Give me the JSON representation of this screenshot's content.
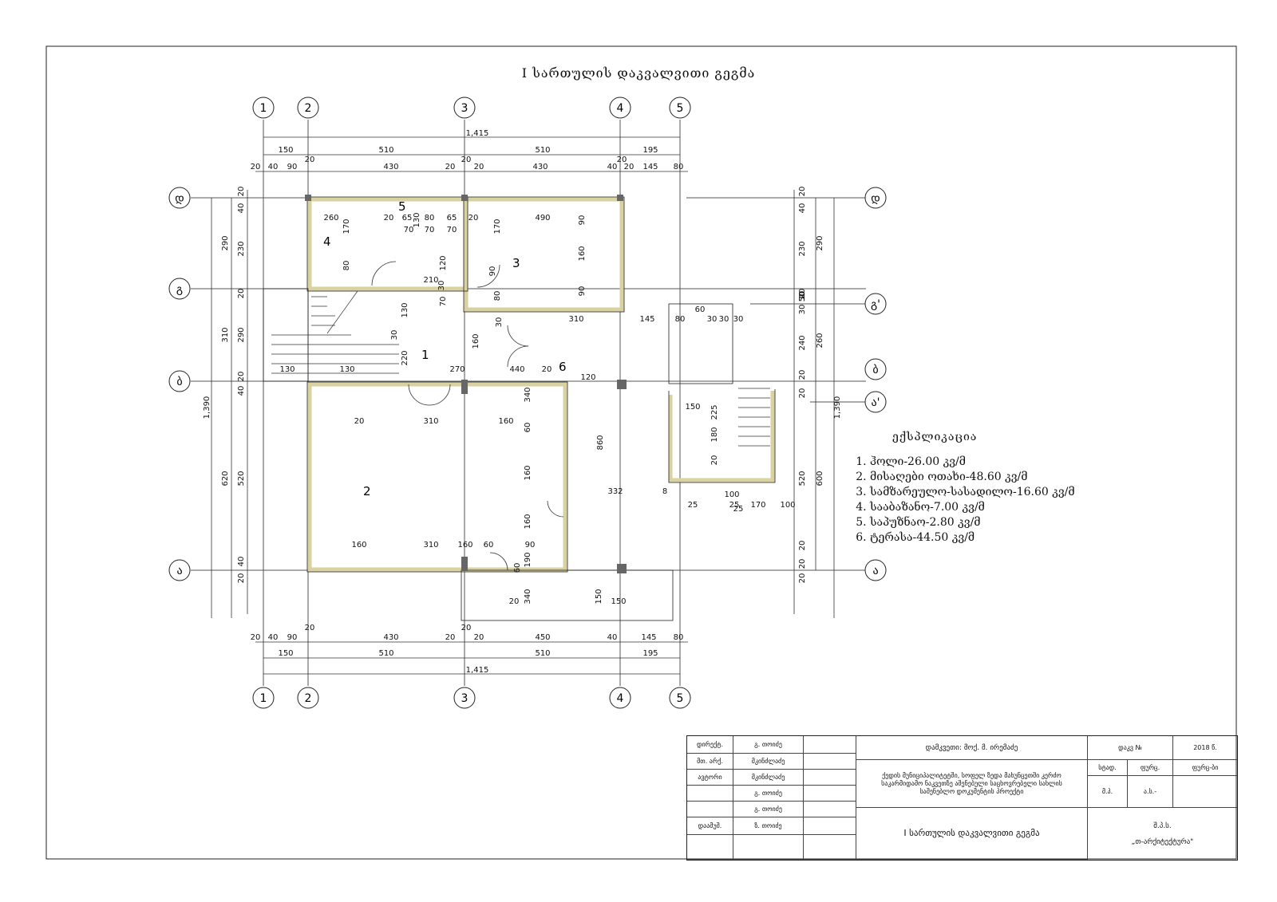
{
  "title": "I სართულის დაკვალვითი გეგმა",
  "axes_top": [
    "1",
    "2",
    "3",
    "4",
    "5"
  ],
  "axes_bottom": [
    "1",
    "2",
    "3",
    "4",
    "5"
  ],
  "axes_left": [
    "დ",
    "გ",
    "ბ",
    "ა"
  ],
  "axes_right": [
    "დ",
    "გ'",
    "ბ",
    "ა'",
    "ა"
  ],
  "rooms": [
    "1",
    "2",
    "3",
    "4",
    "5",
    "6"
  ],
  "dims": {
    "total_top": "1,415",
    "top_row1": [
      "150",
      "510",
      "510",
      "195"
    ],
    "top_row2": [
      "20",
      "40",
      "90",
      "430",
      "20",
      "20",
      "430",
      "40",
      "20",
      "145",
      "80"
    ],
    "top_20s": [
      "20",
      "20",
      "20"
    ],
    "bot_row1": [
      "20",
      "40",
      "90",
      "430",
      "20",
      "20",
      "450",
      "40",
      "145",
      "80"
    ],
    "bot_20s": [
      "20",
      "20"
    ],
    "bot_row2": [
      "150",
      "510",
      "510",
      "195"
    ],
    "total_bottom": "1,415",
    "left_total": "1,390",
    "left_outer": [
      "290",
      "310",
      "620"
    ],
    "left_inner": [
      "20",
      "40",
      "230",
      "20",
      "290",
      "20",
      "40",
      "520",
      "40",
      "20"
    ],
    "right_total": "1,390",
    "right_outer": [
      "290",
      "600"
    ],
    "right_inner": [
      "20",
      "40",
      "230",
      "20",
      "30",
      "30",
      "50",
      "260",
      "240",
      "20",
      "20",
      "520",
      "20",
      "20",
      "20"
    ],
    "interior": [
      "260",
      "20",
      "65",
      "80",
      "65",
      "20",
      "490",
      "90",
      "70",
      "70",
      "70",
      "130",
      "170",
      "170",
      "80",
      "120",
      "90",
      "160",
      "90",
      "210",
      "30",
      "80",
      "70",
      "30",
      "130",
      "220",
      "30",
      "160",
      "310",
      "145",
      "80",
      "60",
      "30",
      "30",
      "30",
      "130",
      "130",
      "270",
      "440",
      "20",
      "120",
      "150",
      "225",
      "180",
      "25",
      "20",
      "100",
      "25",
      "25",
      "170",
      "100",
      "20",
      "310",
      "160",
      "340",
      "60",
      "160",
      "160",
      "860",
      "332",
      "8",
      "160",
      "310",
      "160",
      "60",
      "90",
      "190",
      "60",
      "20",
      "340",
      "150",
      "150",
      "340"
    ]
  },
  "legend_title": "ექსპლიკაცია",
  "legend": [
    "ჰოლი-26.00 კვ/მ",
    "მისაღები ოთახი-48.60 კვ/მ",
    "სამზარეულო-სასადილო-16.60 კვ/მ",
    "სააბაზანო-7.00 კვ/მ",
    "საპუზნაო-2.80 კვ/მ",
    "ტერასა-44.50 კვ/მ"
  ],
  "stamp": {
    "r1": "დირექტ.",
    "r1n": "გ. თოიძე",
    "r2": "მთ. არქ.",
    "r2n": "მკინძლაძე",
    "r3": "ავტორი",
    "r3n": "მკინძლაძე",
    "r4n": "გ. თოიძე",
    "r5n": "გ. თოიძე",
    "r6": "დაამუშ.",
    "r6n": "ზ. თოიძე",
    "customer": "დამკვეთი: მოქ. მ. ირემაძე",
    "project": "ქედის მუნიციპალიტეტში, სოფელ ზედა მახუნცეთში კერძო საკარმიდამო ნაკვეთზე აშენებული საცხოვრებელი სახლის საშენებლო დოკუმენტის პროექტი",
    "sheet_title": "I სართულის დაკვალვითი გეგმა",
    "sheet_no": "დაკვ №",
    "year": "2018 წ.",
    "stage": "სტად.",
    "fur": "ფურც.",
    "furs": "ფურც-ბი",
    "ma": "მ.პ.",
    "as": "ა.ს.-",
    "company": "შ.პ.ს.",
    "company2": "„თ-არქიტექტურა\""
  }
}
